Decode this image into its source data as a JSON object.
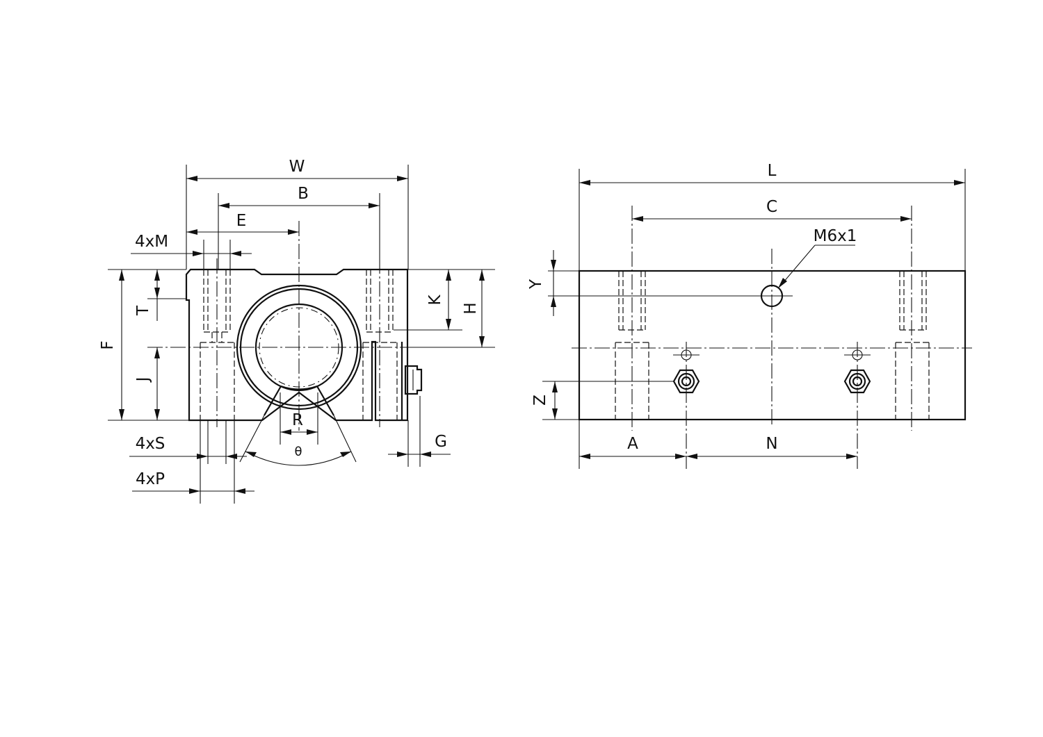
{
  "diagram": {
    "front_view": {
      "labels": {
        "W": "W",
        "B": "B",
        "E": "E",
        "M": "4xM",
        "T": "T",
        "F": "F",
        "J": "J",
        "K": "K",
        "H": "H",
        "S": "4xS",
        "P": "4xP",
        "R": "R",
        "theta": "θ",
        "G": "G"
      }
    },
    "side_view": {
      "labels": {
        "L": "L",
        "C": "C",
        "thread": "M6x1",
        "Y": "Y",
        "Z": "Z",
        "A": "A",
        "N": "N"
      }
    }
  }
}
